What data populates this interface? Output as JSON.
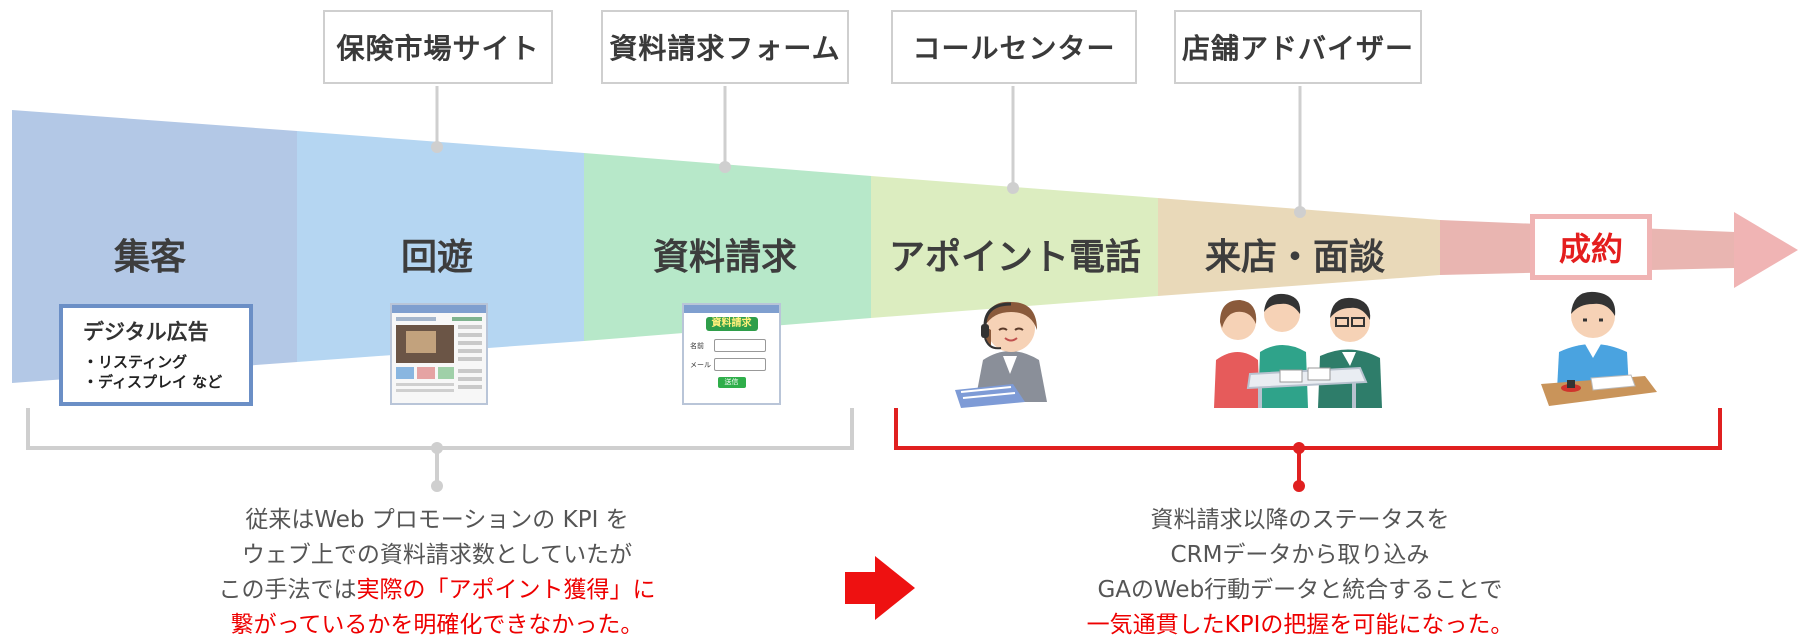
{
  "top_labels": [
    "保険市場サイト",
    "資料請求フォーム",
    "コールセンター",
    "店舗アドバイザー"
  ],
  "stages": [
    "集客",
    "回遊",
    "資料請求",
    "アポイント電話",
    "来店・面談"
  ],
  "final_stage": "成約",
  "ad_box": {
    "title": "デジタル広告",
    "items": [
      "・リスティング",
      "・ディスプレイ など"
    ]
  },
  "form_thumb": {
    "title": "資料請求",
    "name_label": "名前",
    "mail_label": "メール",
    "submit_label": "送信"
  },
  "left_caption": {
    "line1": "従来はWeb プロモーションの KPI を",
    "line2": "ウェブ上での資料請求数としていたが",
    "line3_plain": "この手法では",
    "line3_hl": "実際の「アポイント獲得」に",
    "line4_hl": "繋がっているかを明確化できなかった。"
  },
  "right_caption": {
    "line1": "資料請求以降のステータスを",
    "line2": "CRMデータから取り込み",
    "line3": "GAのWeb行動データと統合することで",
    "line4_hl": "一気通貫したKPIの把握を可能になった。"
  },
  "colors": {
    "segment_colors": [
      "#b3c8e6",
      "#b5d6f2",
      "#b7e8c9",
      "#dcedc0",
      "#e9d9b9",
      "#e9b5b1"
    ],
    "arrow": "#f0b4b4",
    "bracket_gray": "#cfcfcf",
    "bracket_red": "#e02020",
    "highlight": "#ee0000"
  }
}
